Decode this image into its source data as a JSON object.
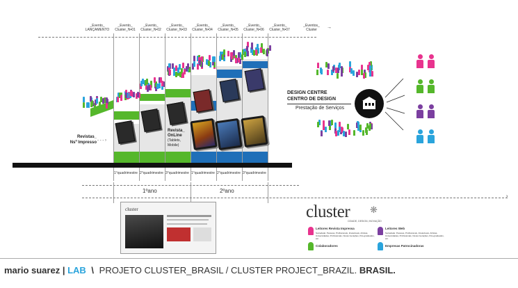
{
  "timeline": {
    "events": [
      {
        "label_a": "_Evento_",
        "label_b": "LANÇAMENTO"
      },
      {
        "label_a": "_Evento_",
        "label_b": "Cluster_N•01"
      },
      {
        "label_a": "_Evento_",
        "label_b": "Cluster_N•02"
      },
      {
        "label_a": "_Evento_",
        "label_b": "Cluster_N•03"
      },
      {
        "label_a": "_Evento_",
        "label_b": "Cluster_N•04"
      },
      {
        "label_a": "_Evento_",
        "label_b": "Cluster_N•05"
      },
      {
        "label_a": "_Evento_",
        "label_b": "Cluster_N•06"
      },
      {
        "label_a": "_Evento_",
        "label_b": "Cluster_N•07"
      },
      {
        "label_a": "_Eventos_",
        "label_b": "Cluster"
      }
    ],
    "quarters": [
      "1°quadrimestre",
      "2°quadrimestre",
      "3°quadrimestre",
      "1°quadrimestre",
      "2°quadrimestre",
      "3°quadrimestre"
    ],
    "year1": "1ºano",
    "year2": "2ºano"
  },
  "labels": {
    "print_a": "Revistas_",
    "print_b": "Nsº Impresso",
    "online_a": "Revista_",
    "online_b": "OnLine",
    "online_c": "(Tablets,",
    "online_d": "Mobile)",
    "design_a": "DESIGN CENTRE",
    "design_b": "CENTRO DE DESIGN",
    "design_c": "Prestação de Serviços"
  },
  "brand": {
    "logo": "cluster",
    "tagline": "CIDADE, DESIGN, INOVAÇÃO",
    "legend": [
      {
        "title": "Leitores Revista Impressa",
        "desc": "Sociedade: Pessoas, Profissionais, Intelectuais, Artistas, Universidades, Profissionais, Novas Gerações, Pós-graduados, etc.",
        "color": "#e8338e"
      },
      {
        "title": "Leitores Web",
        "desc": "Sociedade: Pessoas, Profissionais, Intelectuais, Artistas, Universidades, Profissionais, Novas Gerações, Pós-graduados, etc.",
        "color": "#7b3fa0"
      },
      {
        "title": "Colaboradores",
        "desc": "",
        "color": "#55b72b"
      },
      {
        "title": "Empresas Patrocinadoras",
        "desc": "",
        "color": "#2aa4dc"
      }
    ]
  },
  "footer": {
    "name": "mario suarez |",
    "lab": "LAB",
    "sep": "\\",
    "project": "PROJETO CLUSTER_BRASIL / CLUSTER PROJECT_BRAZIL.",
    "country": "BRASIL."
  },
  "colors": {
    "green": "#55b72b",
    "blue": "#1f6fb8",
    "pink": "#e8338e",
    "purple": "#7b3fa0",
    "cyan": "#2aa4dc",
    "accent": "#2aa4dc"
  }
}
